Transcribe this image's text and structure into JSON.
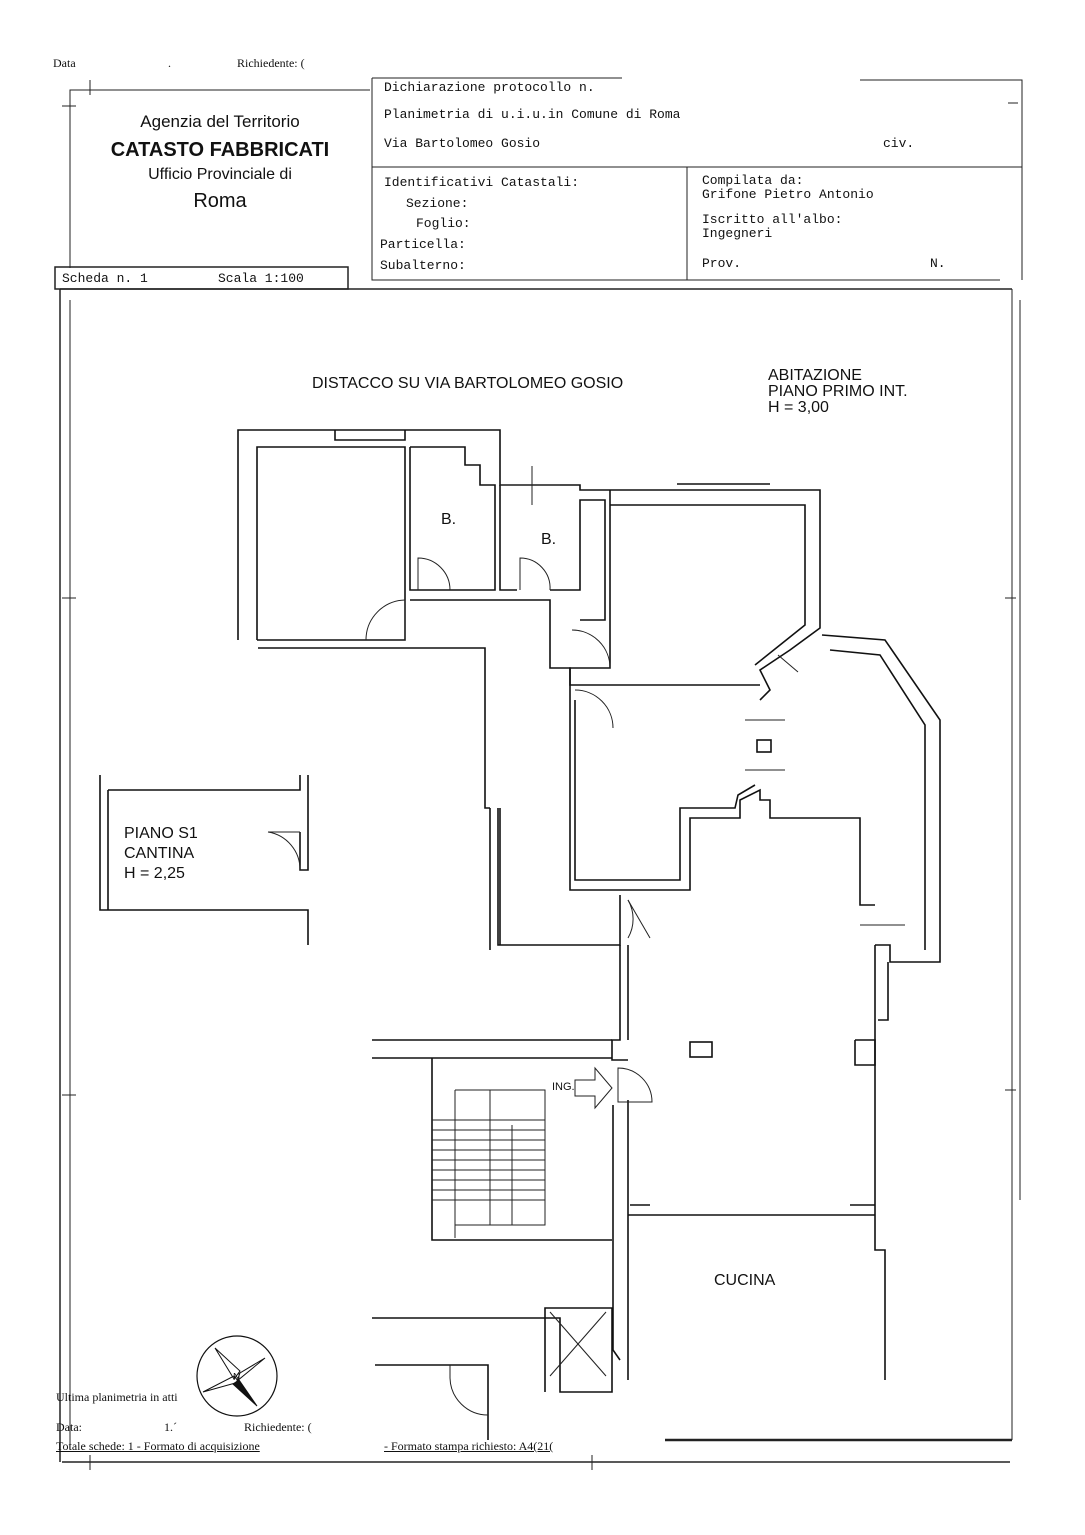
{
  "top_line": {
    "data_label": "Data",
    "dot": ".",
    "richiedente": "Richiedente: ("
  },
  "agency": {
    "line1": "Agenzia del Territorio",
    "line2": "CATASTO FABBRICATI",
    "line3": "Ufficio Provinciale di",
    "line4": "Roma"
  },
  "scheda": {
    "scheda": "Scheda n. 1",
    "scala": "Scala 1:100"
  },
  "header": {
    "dichiarazione": "Dichiarazione protocollo n.",
    "planimetria": "Planimetria di u.i.u.in Comune di Roma",
    "via": "Via Bartolomeo Gosio",
    "civ": "civ.",
    "identificativi": "Identificativi Catastali:",
    "sezione": "Sezione:",
    "foglio": "Foglio:",
    "particella": "Particella:",
    "subalterno": "Subalterno:",
    "compilata": "Compilata da:",
    "compilatore": "Grifone Pietro Antonio",
    "iscritto": "Iscritto all'albo:",
    "albo": "Ingegneri",
    "prov": "Prov.",
    "n": "N."
  },
  "plan": {
    "distacco": "DISTACCO SU VIA BARTOLOMEO GOSIO",
    "abitazione": "ABITAZIONE",
    "piano": "PIANO PRIMO INT.",
    "altezza": "H = 3,00",
    "bagno1": "B.",
    "bagno2": "B.",
    "cantina_piano": "PIANO S1",
    "cantina": "CANTINA",
    "cantina_h": "H = 2,25",
    "ingresso": "ING.",
    "cucina": "CUCINA",
    "compass_n": "N"
  },
  "footer": {
    "ultima": "Ultima planimetria in atti",
    "data": "Data:",
    "data_val": "1.´",
    "richiedente": "Richiedente: (",
    "totale": "Totale schede: 1 - Formato di acquisizione",
    "formato": "- Formato stampa richiesto: A4(21("
  }
}
